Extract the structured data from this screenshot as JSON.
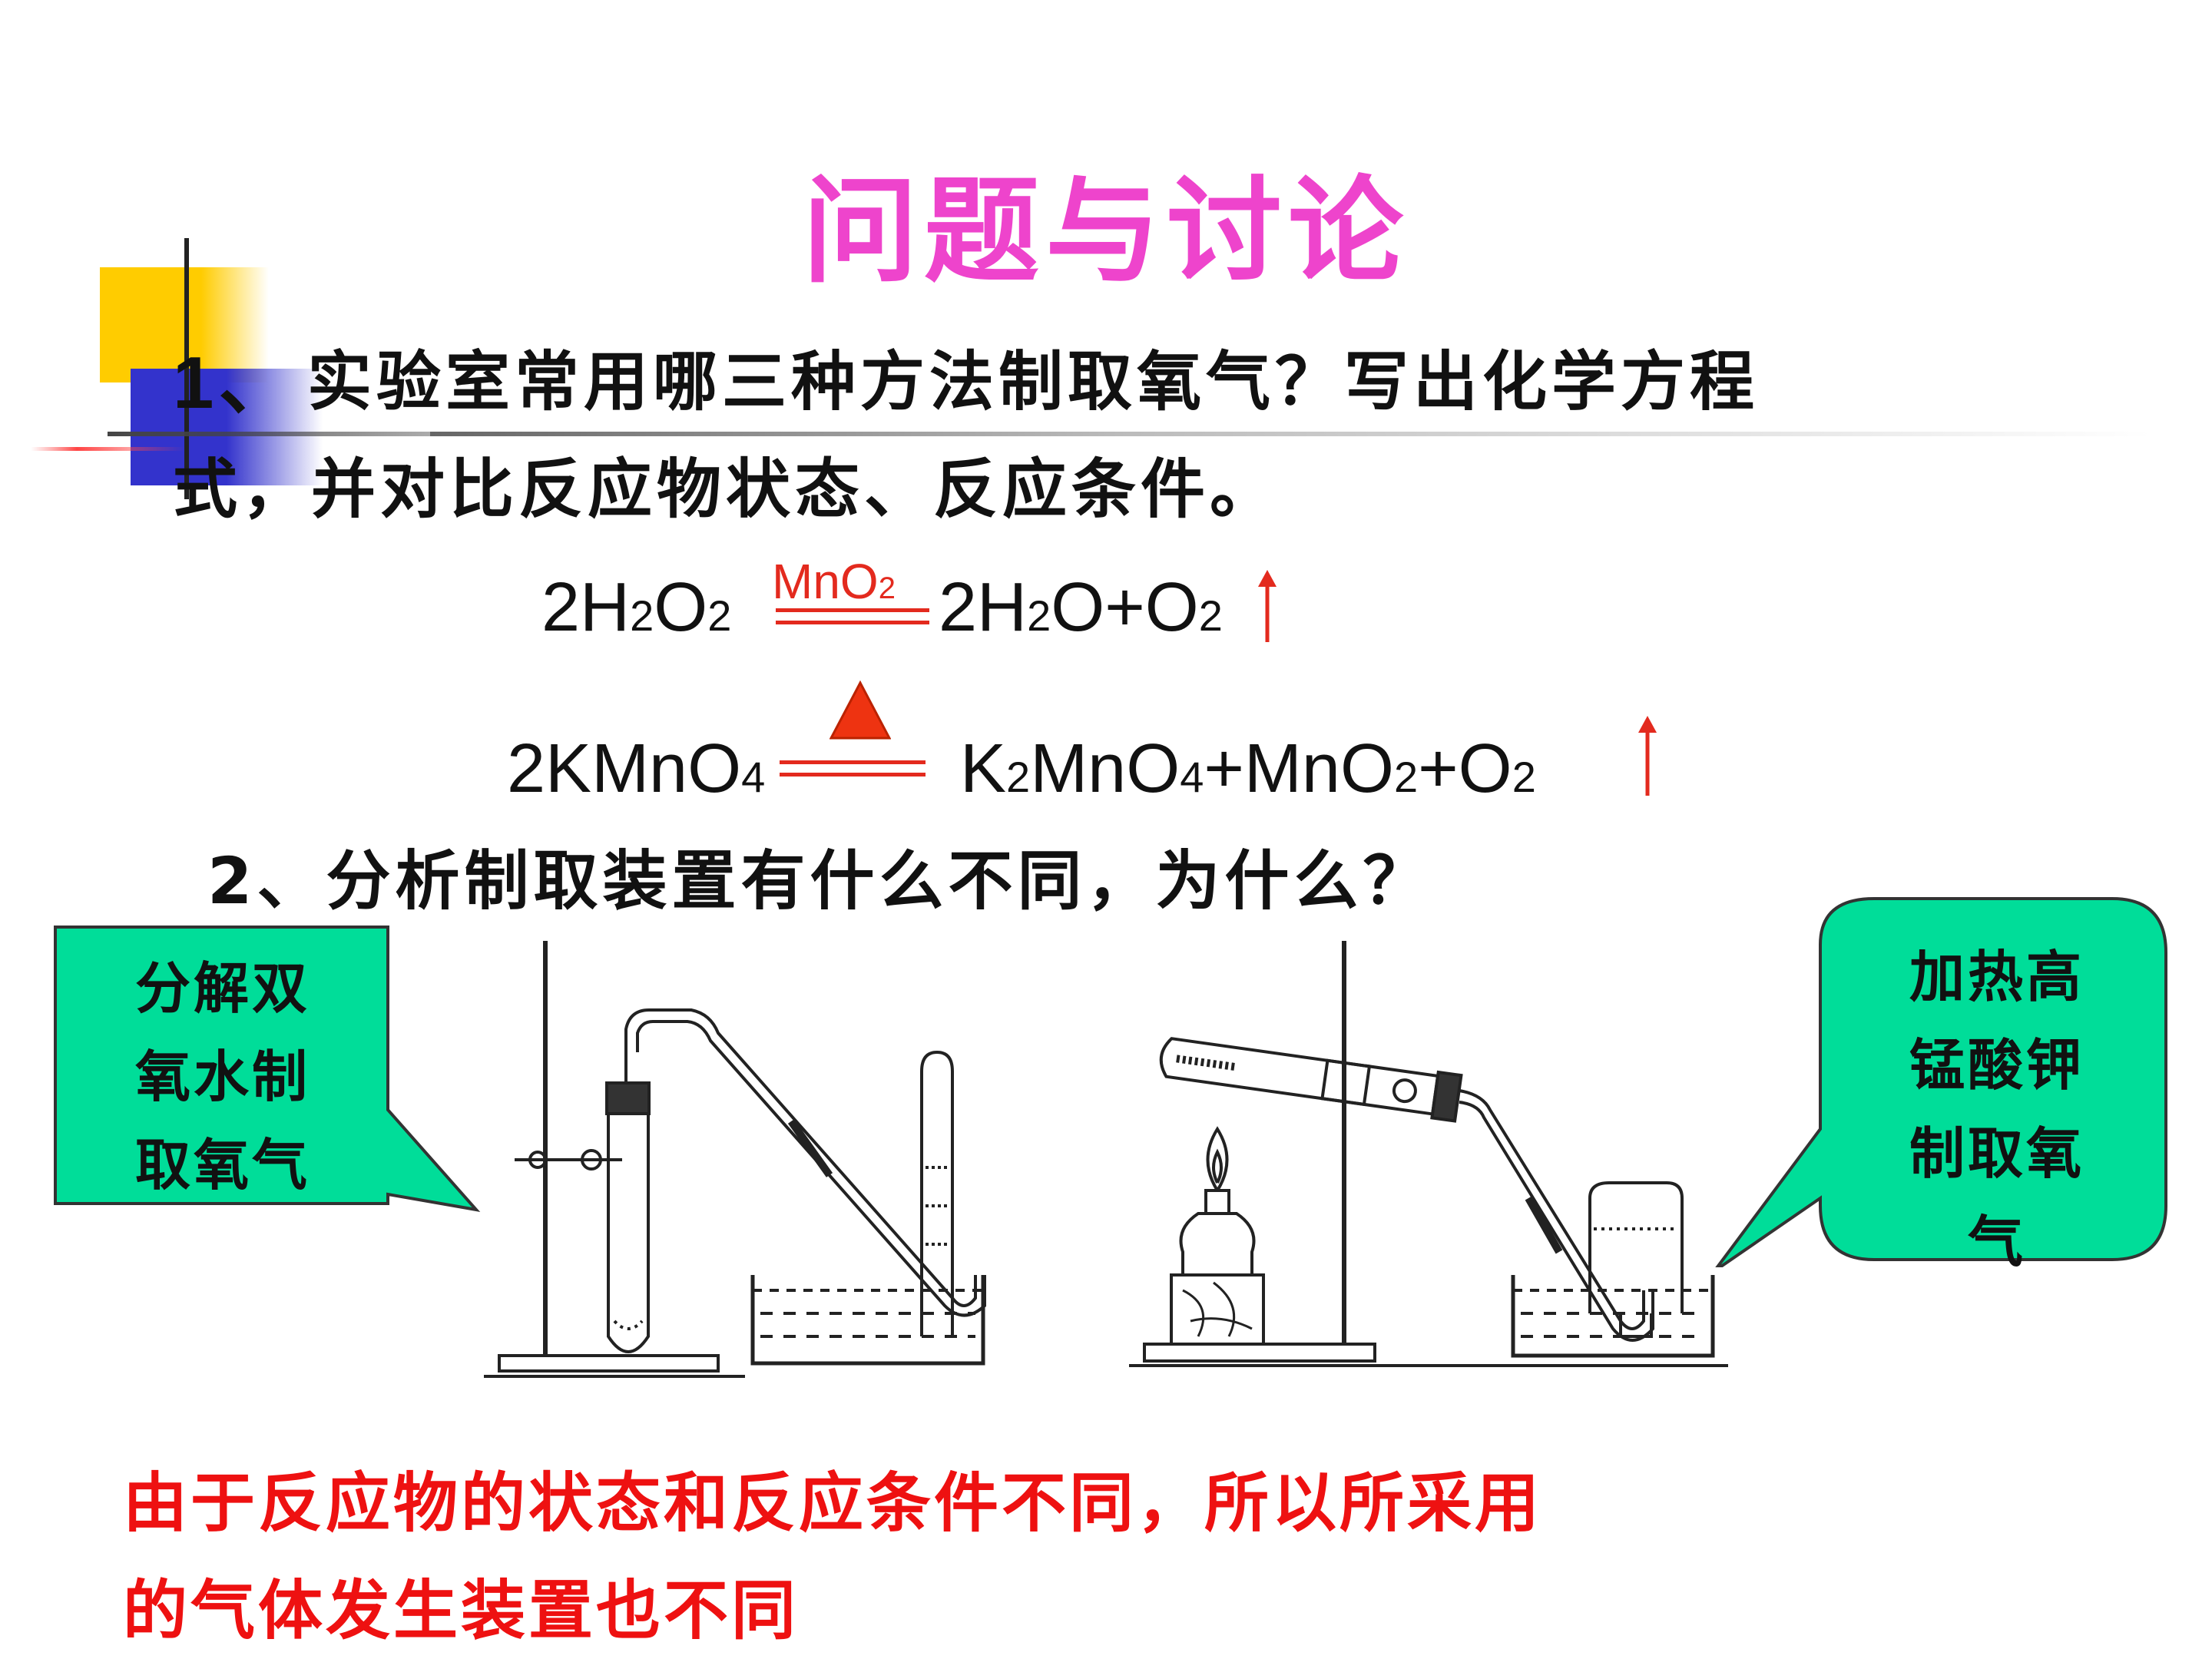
{
  "title": "问题与讨论",
  "question1": {
    "number": "1、",
    "line1": "实验室常用哪三种方法制取氧气？写出化学方程",
    "line2": "式，并对比反应物状态、反应条件。"
  },
  "equation1": {
    "reactant": "2H2O2",
    "catalyst": "MnO2",
    "product": "2H2O+O2"
  },
  "equation2": {
    "reactant": "2KMnO4",
    "condition": "▲",
    "product": "K2MnO4+MnO2+O2"
  },
  "question2": {
    "text": "2、分析制取装置有什么不同，为什么？"
  },
  "bubble_left": {
    "lines": [
      "分解双",
      "氧水制",
      "取氧气"
    ]
  },
  "bubble_right": {
    "lines": [
      "加热高",
      "锰酸钾",
      "制取氧",
      "气"
    ]
  },
  "conclusion": {
    "line1": "由于反应物的状态和反应条件不同，所以所采用",
    "line2": "的气体发生装置也不同"
  },
  "colors": {
    "title": "#ee44cc",
    "catalyst": "#e32a1e",
    "conclusion": "#ee1111",
    "bubble_fill": "#00dd99",
    "deco_yellow": "#ffcc00",
    "deco_blue": "#3333cc"
  }
}
